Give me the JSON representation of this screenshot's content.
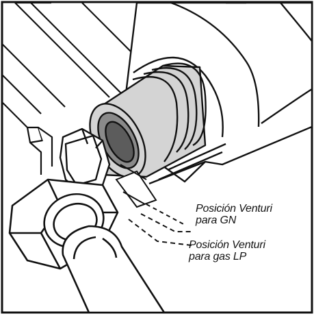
{
  "labels": {
    "ng_position": {
      "line1": "Posición Venturi",
      "line2": "para GN"
    },
    "lp_position": {
      "line1": "Posición Venturi",
      "line2": "para gas LP"
    }
  },
  "colors": {
    "ink": "#111111",
    "paper": "#ffffff",
    "fitting_shade": "#d4d4d4",
    "shadow": "#8a8a8a"
  }
}
